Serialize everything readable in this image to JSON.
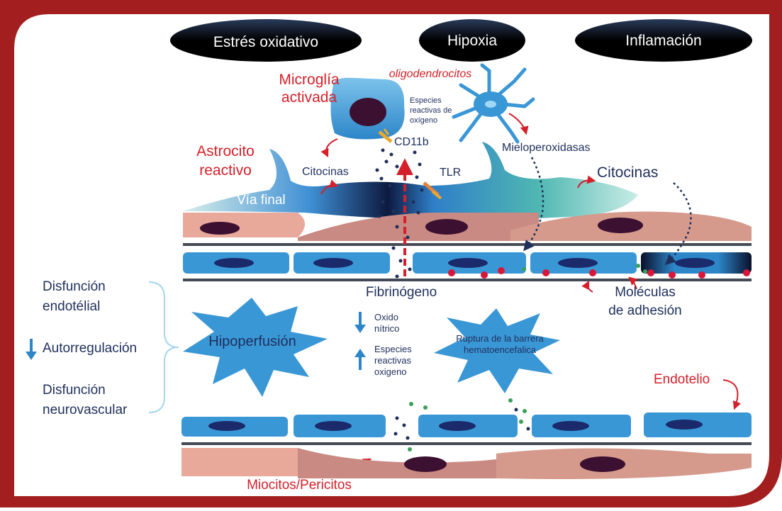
{
  "colors": {
    "frame": "#a31f1f",
    "red_label": "#d4202a",
    "dark_label": "#1f2f5c",
    "cell_blue": "#3a97d6",
    "cell_blue_light": "#7cc3ec",
    "nucleus": "#3b1030",
    "pink_cell": "#e8a89a",
    "adhesion_dot": "#d8163a",
    "green_dot": "#3aa05a",
    "pill": "#000000"
  },
  "header": {
    "stress": "Estrés oxidativo",
    "hypoxia": "Hipoxia",
    "inflammation": "Inflamación"
  },
  "labels": {
    "microglia_line1": "Microglía",
    "microglia_line2": "activada",
    "oligodendrocytes": "oligodendrocitos",
    "ros_top_line1": "Especies",
    "ros_top_line2": "reactivas de",
    "ros_top_line3": "oxígeno",
    "cd11b": "CD11b",
    "mieloperoxidases": "Mieloperoxidasas",
    "astrocyte_line1": "Astrocito",
    "astrocyte_line2": "reactivo",
    "cytokines_left": "Citocinas",
    "tlr": "TLR",
    "cytokines_right": "Citocinas",
    "final_path": "Vía final",
    "fibrinogen": "Fibrinógeno",
    "adhesion_line1": "Moléculas",
    "adhesion_line2": "de adhesión",
    "endothelial_dysfunction_line1": "Disfunción",
    "endothelial_dysfunction_line2": "endotélial",
    "autoregulation": "Autorregulación",
    "neurovascular_dysfunction_line1": "Disfunción",
    "neurovascular_dysfunction_line2": "neurovascular",
    "hypoperfusion": "Hipoperfusión",
    "nitric_oxide_line1": "Oxido",
    "nitric_oxide_line2": "nítrico",
    "ros_mid_line1": "Especies",
    "ros_mid_line2": "reactivas",
    "ros_mid_line3": "oxigeno",
    "bbb_line1": "Ruptura de la barrera",
    "bbb_line2": "hematoencefalica",
    "endothelium": "Endotelio",
    "myocytes": "Miocitos/Pericitos"
  }
}
